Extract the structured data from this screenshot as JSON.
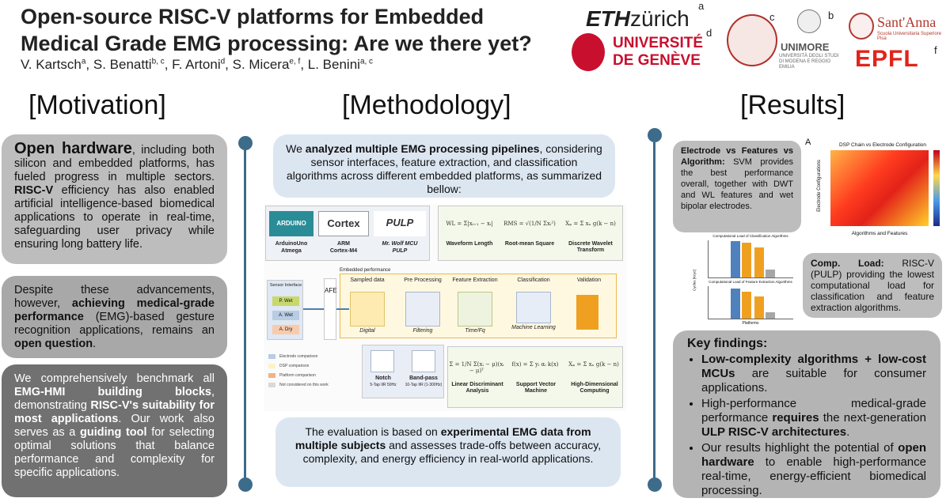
{
  "title": {
    "line1": "Open-source RISC-V platforms for Embedded",
    "line2": "Medical Grade EMG processing: Are we there yet?"
  },
  "authors": [
    {
      "name": "V. Kartsch",
      "sup": "a"
    },
    {
      "name": "S. Benatti",
      "sup": "b, c"
    },
    {
      "name": "F. Artoni",
      "sup": "d"
    },
    {
      "name": "S. Micera",
      "sup": "e, f"
    },
    {
      "name": "L. Benini",
      "sup": "a, c"
    }
  ],
  "logos": {
    "eth_bold": "ETH",
    "eth_light": "zürich",
    "geneve_1": "UNIVERSITÉ",
    "geneve_2": "DE GENÈVE",
    "unimore": "UNIMORE",
    "unimore_sub": "UNIVERSITÀ DEGLI STUDI DI MODENA E REGGIO EMILIA",
    "santanna": "Sant'Anna",
    "santanna_sub": "Scuola Universitaria Superiore Pisa",
    "epfl": "EPFL",
    "sup_a": "a",
    "sup_b": "b",
    "sup_c": "c",
    "sup_d": "d",
    "sup_f": "f",
    "colors": {
      "geneve": "#c8102e",
      "epfl": "#e2231a",
      "santanna": "#b03a2e"
    }
  },
  "sections": {
    "motivation": "[Motivation]",
    "methodology": "[Methodology]",
    "results": "[Results]"
  },
  "motivation": {
    "box1": {
      "p1_bold": "Open hardware",
      "p1": ", including both silicon and embedded platforms, has fueled progress in multiple sectors.",
      "p2_bold": "RISC-V",
      "p2": " efficiency has also enabled artificial intelligence-based biomedical applications to operate in real-time, safeguarding user privacy while ensuring long battery life."
    },
    "box2": {
      "t1": "Despite these advancements, however, ",
      "b1": "achieving medical-grade performance",
      "t2": " (EMG)-based gesture recognition applications, remains an ",
      "b2": "open question",
      "t3": "."
    },
    "box3": {
      "t1": "We comprehensively benchmark all ",
      "b1": "EMG-HMI building blocks",
      "t2": ", demonstrating ",
      "b2": "RISC-V's suitability for most applications",
      "t3": ". Our work also serves as a ",
      "b3": "guiding tool",
      "t4": " for selecting optimal solutions that balance performance and complexity for specific applications."
    }
  },
  "methodology": {
    "top": {
      "t1": "We ",
      "b1": "analyzed multiple EMG processing pipelines",
      "t2": ", considering sensor interfaces, feature extraction, and classification algorithms across different embedded platforms, as summarized bellow:"
    },
    "bottom": {
      "t1": "The evaluation is based on ",
      "b1": "experimental EMG data from multiple subjects",
      "t2": " and assesses trade-offs between accuracy, complexity, and energy efficiency in real-world applications."
    },
    "diagram": {
      "platforms": [
        {
          "logo": "ARDUINO",
          "name": "ArduinoUno",
          "sub": "Atmega"
        },
        {
          "logo": "Cortex",
          "name": "ARM",
          "sub": "Cortex-M4"
        },
        {
          "logo": "PULP",
          "name": "Mr. Wolf MCU",
          "sub": "PULP"
        }
      ],
      "features": [
        {
          "formula": "WL = Σ|xᵢ₊₁ − xᵢ|",
          "name": "Waveform Length"
        },
        {
          "formula": "RMS = √(1/N Σxᵢ²)",
          "name": "Root-mean Square"
        },
        {
          "formula": "Xᵩ = Σ xₙ g(k − n)",
          "name": "Discrete Wavelet Transform"
        }
      ],
      "embedded_perf": "Embedded performance",
      "sensor_title": "Sensor Interface",
      "sensors": [
        "P. Wet",
        "A. Wet",
        "A. Dry"
      ],
      "afe": "AFE",
      "stages": [
        {
          "title": "Sampled data",
          "sub": "Digital"
        },
        {
          "title": "Pre Processing",
          "sub": "Filtering"
        },
        {
          "title": "Feature Extraction",
          "sub": "Time/Fq"
        },
        {
          "title": "Classification",
          "sub": "Machine Learning"
        },
        {
          "title": "Validation",
          "sub": ""
        }
      ],
      "filters": [
        {
          "name": "Notch",
          "sub": "5-Tap IIR 50Hz"
        },
        {
          "name": "Band-pass",
          "sub": "10-Tap IIR (1-300Hz)"
        }
      ],
      "classifiers": [
        {
          "formula": "Σ = 1/N Σ(xᵢ − μ)(xᵢ − μ)ᵀ",
          "name": "Linear Discriminant Analysis"
        },
        {
          "formula": "f(x) = Σ yᵢ αᵢ k(x)",
          "name": "Support Vector Machine"
        },
        {
          "formula": "Xᵩ = Σ xₙ g(k − n)",
          "name": "High-Dimensional Computing"
        }
      ],
      "legend": [
        {
          "label": "Electrode comparison",
          "color": "#b8cce4"
        },
        {
          "label": "DSP comparison",
          "color": "#fdf2c4"
        },
        {
          "label": "Platform comparison",
          "color": "#f4b183"
        },
        {
          "label": "Not considered on this work",
          "color": "#d9d9d9"
        }
      ]
    }
  },
  "results": {
    "electrode": {
      "b1": "Electrode vs Features vs Algorithm:",
      "t1": " SVM provides the best performance overall, together with DWT and WL features and wet bipolar electrodes."
    },
    "heatmap": {
      "label": "A",
      "title": "DSP Chain vs Electrode Configuration",
      "xlabel": "Algorithms and Features",
      "ylabel": "Electrode Configurations"
    },
    "bars": {
      "title1": "Computational Load of Classification Algorithms",
      "title2": "Computational Load of Feature Extraction Algorithms",
      "xlabel": "Platforms",
      "ylabel": "Cycles [Kcyc]"
    },
    "comp": {
      "b1": "Comp. Load:",
      "t1": " RISC-V (PULP) providing the lowest computational load for classification and feature extraction algorithms."
    },
    "key": {
      "title": "Key findings:",
      "items": [
        {
          "b1": "Low-complexity algorithms + low-cost MCUs",
          "t1": " are suitable for consumer applications."
        },
        {
          "t0": "High-performance medical-grade performance ",
          "b1": "requires",
          "t1": " the next-generation ",
          "b2": "ULP RISC-V architectures",
          "t2": "."
        },
        {
          "t0": "Our results highlight the potential of ",
          "b1": "open hardware",
          "t1": " to enable high-performance real-time, energy-efficient biomedical processing."
        }
      ]
    }
  }
}
